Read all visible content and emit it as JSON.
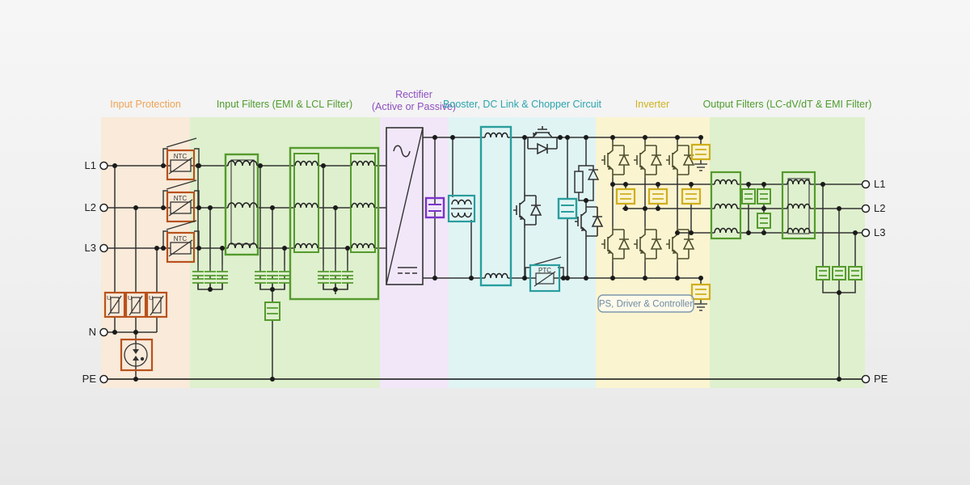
{
  "sections": [
    {
      "id": "input-protection",
      "label": "Input Protection",
      "color": "#f0a355",
      "band": "#f9ead9"
    },
    {
      "id": "input-filters",
      "label": "Input Filters (EMI & LCL Filter)",
      "color": "#4e9b2d",
      "band": "#def0cd"
    },
    {
      "id": "rectifier",
      "label": "Rectifier",
      "label2": "(Active or Passive)",
      "color": "#8e4fc0",
      "band": "#f1e7f8"
    },
    {
      "id": "booster",
      "label": "Booster, DC Link & Chopper Circuit",
      "color": "#2aa4ae",
      "band": "#e0f4f4"
    },
    {
      "id": "inverter",
      "label": "Inverter",
      "color": "#cfb21e",
      "band": "#fbf4d1"
    },
    {
      "id": "output-filters",
      "label": "Output Filters (LC-dV/dT & EMI Filter)",
      "color": "#4e9b2d",
      "band": "#def0cd"
    }
  ],
  "terminals": {
    "left": [
      "L1",
      "L2",
      "L3",
      "N",
      "PE"
    ],
    "right": [
      "L1",
      "L2",
      "L3",
      "PE"
    ]
  },
  "components": {
    "ntc": "NTC",
    "ptc": "PTC",
    "varistor_u": "U",
    "controller": "PS, Driver & Controller"
  },
  "colors": {
    "orange_box": "#b8521d",
    "green_box": "#559a2e",
    "purple_box": "#7a35c8",
    "teal_box": "#2a9d9d",
    "yellow_box": "#cfae1b",
    "wire": "#333333",
    "controller_text": "#6e8aa2"
  }
}
